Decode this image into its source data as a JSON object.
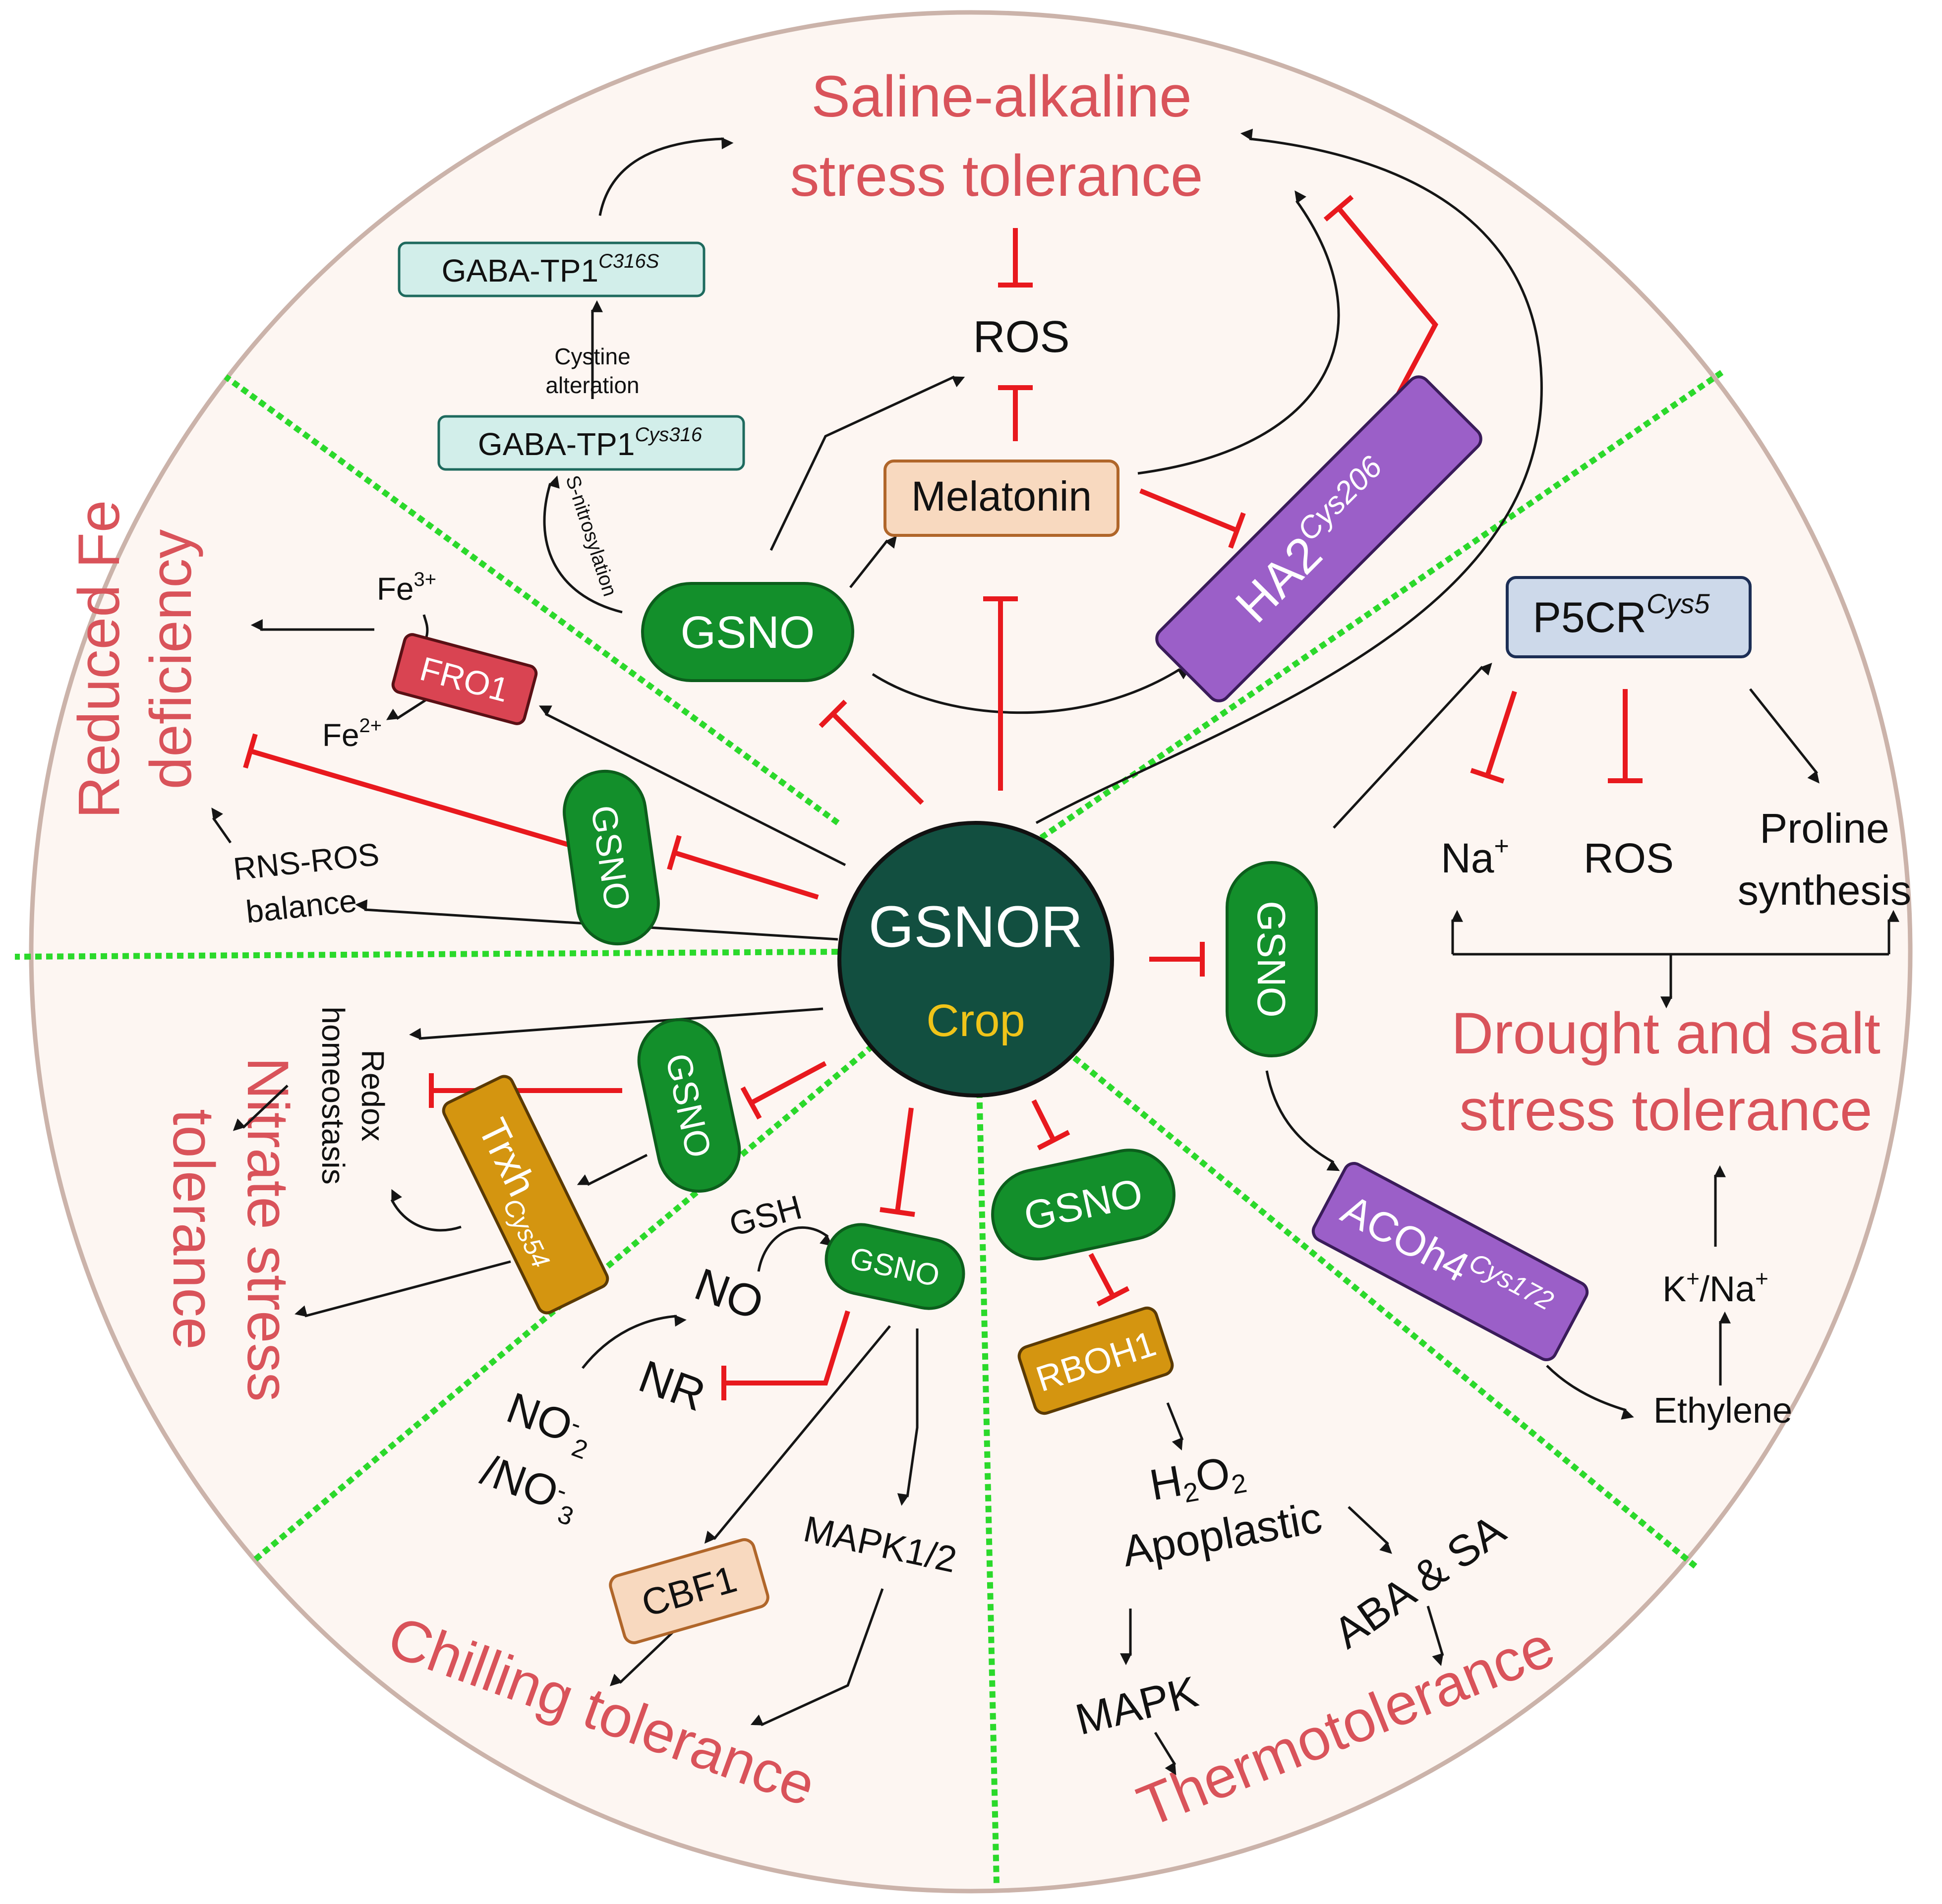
{
  "center": {
    "title": "GSNOR",
    "subtitle": "Crop"
  },
  "sections": {
    "saline": [
      "Saline-alkaline",
      "stress tolerance"
    ],
    "iron": [
      "Reduced Fe",
      "deficiency"
    ],
    "nitrate": [
      "Nitrate stress",
      "tolerance"
    ],
    "chilling": "Chilling tolerance",
    "thermo": "Thermotolerance",
    "drought": [
      "Drought and salt",
      "stress tolerance"
    ]
  },
  "nodes": {
    "gsno": "GSNO",
    "melatonin": "Melatonin",
    "ha2": "HA2",
    "ha2_sup": "Cys206",
    "gaba_c316s": "GABA-TP1",
    "gaba_c316s_sup": "C316S",
    "gaba_cys316": "GABA-TP1",
    "gaba_cys316_sup": "Cys316",
    "fro1": "FRO1",
    "trxh": "Trxh",
    "trxh_sub": "Cys54",
    "cbf1": "CBF1",
    "rboh1": "RBOH1",
    "p5cr": "P5CR",
    "p5cr_sup": "Cys5",
    "acoh4": "ACOh4",
    "acoh4_sup": "Cys172"
  },
  "labels": {
    "ros": "ROS",
    "cystine_alteration": [
      "Cystine",
      "alteration"
    ],
    "s_nitrosylation": "S-nitrosylation",
    "fe3": "Fe",
    "fe3_sup": "3+",
    "fe2": "Fe",
    "fe2_sup": "2+",
    "rns_ros": [
      "RNS-ROS",
      "balance"
    ],
    "redox": [
      "Redox",
      "homeostasis"
    ],
    "gsh": "GSH",
    "no": "NO",
    "nr": "NR",
    "no2": "NO",
    "no2_sub": "-",
    "no2_sub2": "2",
    "no3": "/NO",
    "no3_sub": "-",
    "no3_sub2": "3",
    "mapk12": "MAPK1/2",
    "h2o2": [
      "H",
      "2",
      "O",
      "2"
    ],
    "apoplastic": "Apoplastic",
    "mapk": "MAPK",
    "aba_sa": "ABA & SA",
    "na": "Na",
    "na_sup": "+",
    "ros2": "ROS",
    "proline": [
      "Proline",
      "synthesis"
    ],
    "k_na": [
      "K",
      "+",
      "/Na",
      "+"
    ],
    "ethylene": "Ethylene"
  },
  "colors": {
    "section_title": "#d9535a",
    "inhibit": "#e8191e",
    "divider": "#2bd92b",
    "circle_fill": "#fdf6f2",
    "circle_stroke": "#cbb3aa",
    "gsnor_fill": "#124f40",
    "crop_text": "#f0c419",
    "gsno_fill": "#138f2b",
    "melatonin_fill": "#f8d9bf",
    "ha2_fill": "#9b5fc8",
    "gaba_fill": "#d2eeea",
    "fro1_fill": "#d94452",
    "trxh_fill": "#d49510",
    "cbf1_fill": "#f8d9bf",
    "rboh1_fill": "#d49510",
    "p5cr_fill": "#cdd9ea",
    "acoh4_fill": "#9b5fc8"
  }
}
